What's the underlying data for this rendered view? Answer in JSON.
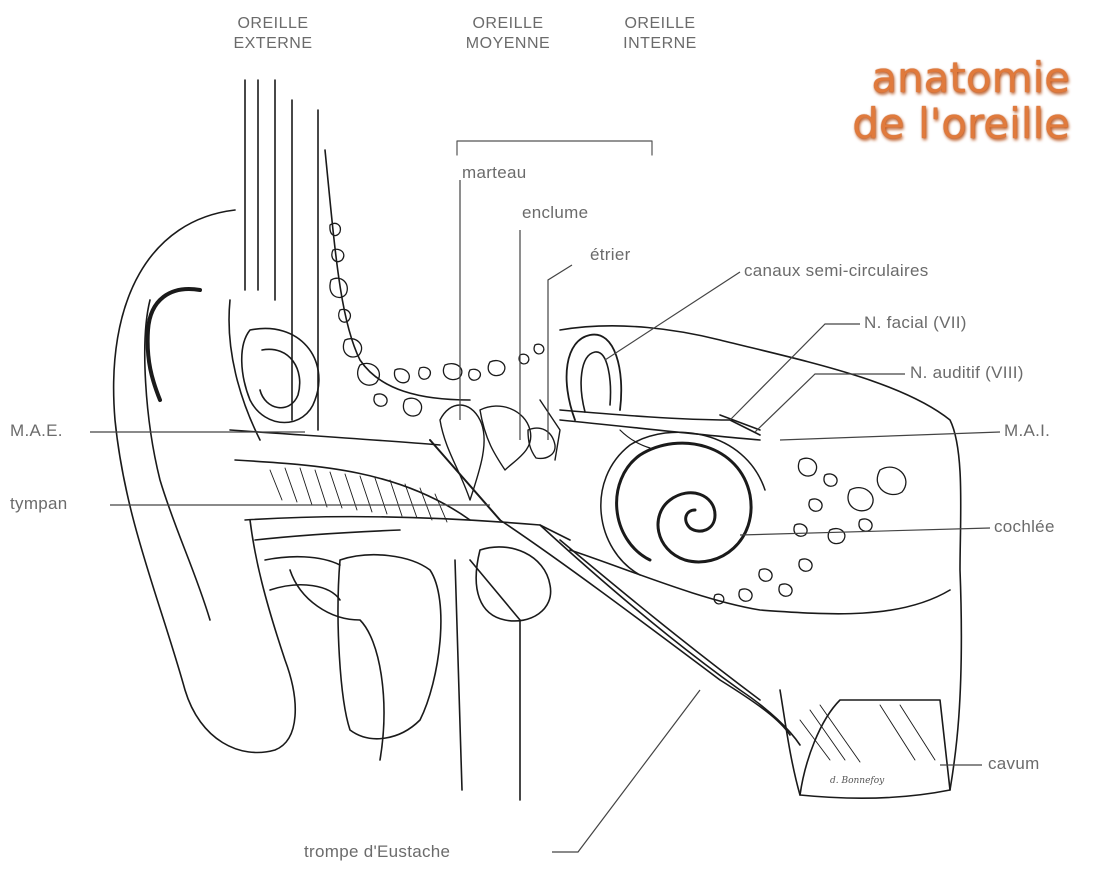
{
  "title": {
    "line1": "anatomie",
    "line2": "de l'oreille"
  },
  "sections": {
    "externe": [
      "OREILLE",
      "EXTERNE"
    ],
    "moyenne": [
      "OREILLE",
      "MOYENNE"
    ],
    "interne": [
      "OREILLE",
      "INTERNE"
    ]
  },
  "labels": {
    "marteau": "marteau",
    "enclume": "enclume",
    "etrier": "étrier",
    "canaux": "canaux semi-circulaires",
    "n_facial": "N. facial (VII)",
    "n_auditif": "N. auditif (VIII)",
    "mae": "M.A.E.",
    "mai": "M.A.I.",
    "tympan": "tympan",
    "cochlee": "cochlée",
    "cavum": "cavum",
    "trompe": "trompe d'Eustache"
  },
  "signature": "d. Bonnefoy",
  "colors": {
    "title": "#e07a3c",
    "line": "#1a1a1a",
    "label": "#6b6b6b"
  }
}
